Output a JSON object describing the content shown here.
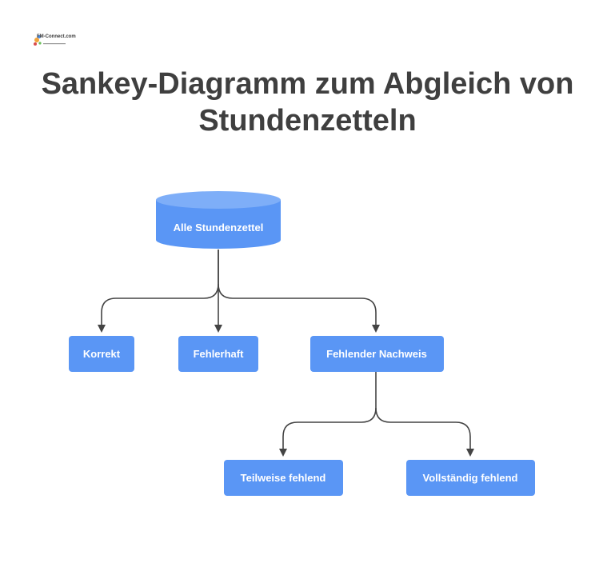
{
  "logo": {
    "text": "FM-Connect.com"
  },
  "title": {
    "line1": "Sankey-Diagramm zum Abgleich von",
    "line2": "Stundenzetteln"
  },
  "nodes": {
    "root": "Alle Stundenzettel",
    "korrekt": "Korrekt",
    "fehlerhaft": "Fehlerhaft",
    "fehlender": "Fehlender Nachweis",
    "teilweise": "Teilweise fehlend",
    "vollstaendig": "Vollständig fehlend"
  },
  "colors": {
    "node_fill": "#5a96f5",
    "node_top": "#7eaef8",
    "connector": "#444444",
    "title": "#3f3f3f"
  }
}
